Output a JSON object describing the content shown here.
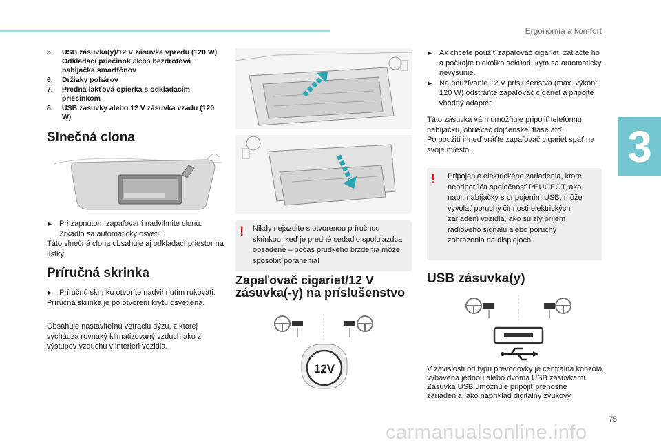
{
  "header": {
    "title": "Ergonómia a komfort"
  },
  "chapter_number": "3",
  "page_number": "75",
  "watermark": "carmanualsonline.info",
  "left_column": {
    "list": [
      {
        "num": "5.",
        "bold1": "USB zásuvka(y)/12 V zásuvka vpredu (120 W)",
        "bold2": "Odkladací priečinok",
        "light": " alebo ",
        "bold3": "bezdrôtová nabíjačka smartfónov"
      },
      {
        "num": "6.",
        "text": "Držiaky pohárov"
      },
      {
        "num": "7.",
        "text": "Predná lakťová opierka s odkladacím priečinkom"
      },
      {
        "num": "8.",
        "text": "USB zásuvky alebo 12 V zásuvka vzadu (120 W)"
      }
    ],
    "sun_visor": {
      "heading": "Slnečná clona",
      "bullet": "Pri zapnutom zapaľovaní nadvihnite clonu. Zrkadlo sa automaticky osvetlí.",
      "text": "Táto slnečná clona obsahuje aj odkladací priestor na lístky."
    },
    "glovebox": {
      "heading": "Príručná skrinka",
      "bullet": "Príručnú skrinku otvoríte nadvihnutím rukoväti.",
      "text1": "Príručná skrinka je po otvorení krytu osvetlená.",
      "text2": "Obsahuje nastaviteľnú vetraciu dýzu, z ktorej vychádza rovnaký klimatizovaný vzduch ako z výstupov vzduchu v interiéri vozidla."
    }
  },
  "middle_column": {
    "warning": "Nikdy nejazdite s otvorenou príručnou skrinkou, keď je predné sedadlo spolujazdca obsadené – počas prudkého brzdenia môže spôsobiť poranenia!",
    "lighter_heading": "Zapaľovač cigariet/12 V zásuvka(-y) na príslušenstvo",
    "socket_label": "12V"
  },
  "right_column": {
    "bullet1": "Ak chcete použiť zapaľovač cigariet, zatlačte ho a počkajte niekoľko sekúnd, kým sa automaticky nevysunie.",
    "bullet2": "Na používanie 12 V príslušenstva (max. výkon: 120 W) odstráňte zapaľovač cigariet a pripojte vhodný adaptér.",
    "text1": "Táto zásuvka vám umožňuje pripojiť telefónnu nabíjačku, ohrievač dojčenskej fľaše atď.",
    "text2": "Po použití ihneď vráťte zapaľovač cigariet späť na svoje miesto.",
    "warning": "Pripojenie elektrického zariadenia, ktoré neodporúča spoločnosť PEUGEOT, ako napr. nabíjačky s pripojením USB, môže vyvolať poruchy činnosti elektrických zariadení vozidla, ako sú zlý príjem rádiového signálu alebo poruchy zobrazenia na displejoch.",
    "usb_heading": "USB zásuvka(y)",
    "usb_text1": "V závislosti od typu prevodovky je centrálna konzola vybavená jednou alebo dvoma USB zásuvkami.",
    "usb_text2": "Zásuvka USB umožňuje pripojiť prenosné zariadenia, ako napríklad digitálny zvukový"
  },
  "colors": {
    "accent": "#74c7d0",
    "warning": "#e0161c",
    "arrow": "#2aa6b5",
    "box_bg": "#efefef"
  }
}
